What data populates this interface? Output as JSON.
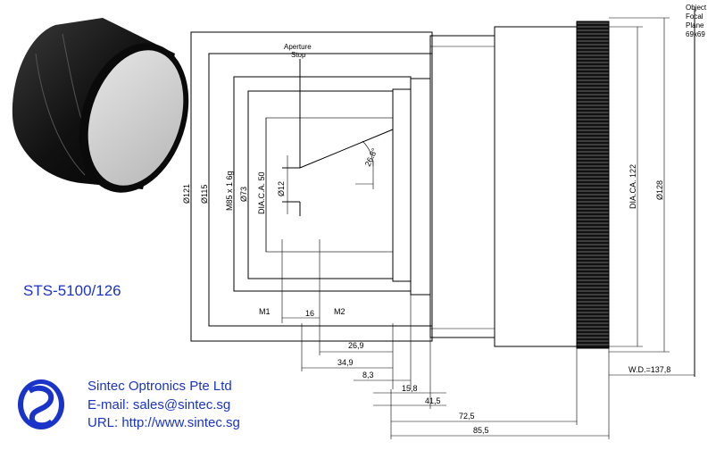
{
  "product": {
    "model": "STS-5100/126"
  },
  "company": {
    "name": "Sintec Optronics Pte Ltd",
    "email_line": "E-mail: sales@sintec.sg",
    "url_line": "URL: http://www.sintec.sg",
    "logo_color": "#1a33c8"
  },
  "labels": {
    "aperture_stop_line1": "Aperture",
    "aperture_stop_line2": "Stop",
    "object_plane_line1": "Object",
    "object_plane_line2": "Focal",
    "object_plane_line3": "Plane",
    "object_plane_line4": "69x69",
    "angle": "26.8°",
    "m1": "M1",
    "m2": "M2",
    "m_spacing": "16"
  },
  "vertical_dims": {
    "d121": "Ø121",
    "d115": "Ø115",
    "thread": "M85 x 1  6g",
    "d73": "Ø73",
    "ca50": "DIA.C.A. 50",
    "d12": "Ø12",
    "ca122": "DIA.CA. 122",
    "d128": "Ø128"
  },
  "horizontal_dims": {
    "h26_9": "26,9",
    "h34_9": "34,9",
    "h8_3": "8,3",
    "h15_8": "15,8",
    "h41_5": "41,5",
    "h72_5": "72,5",
    "h85_5": "85,5",
    "wd": "W.D.=137,8"
  }
}
